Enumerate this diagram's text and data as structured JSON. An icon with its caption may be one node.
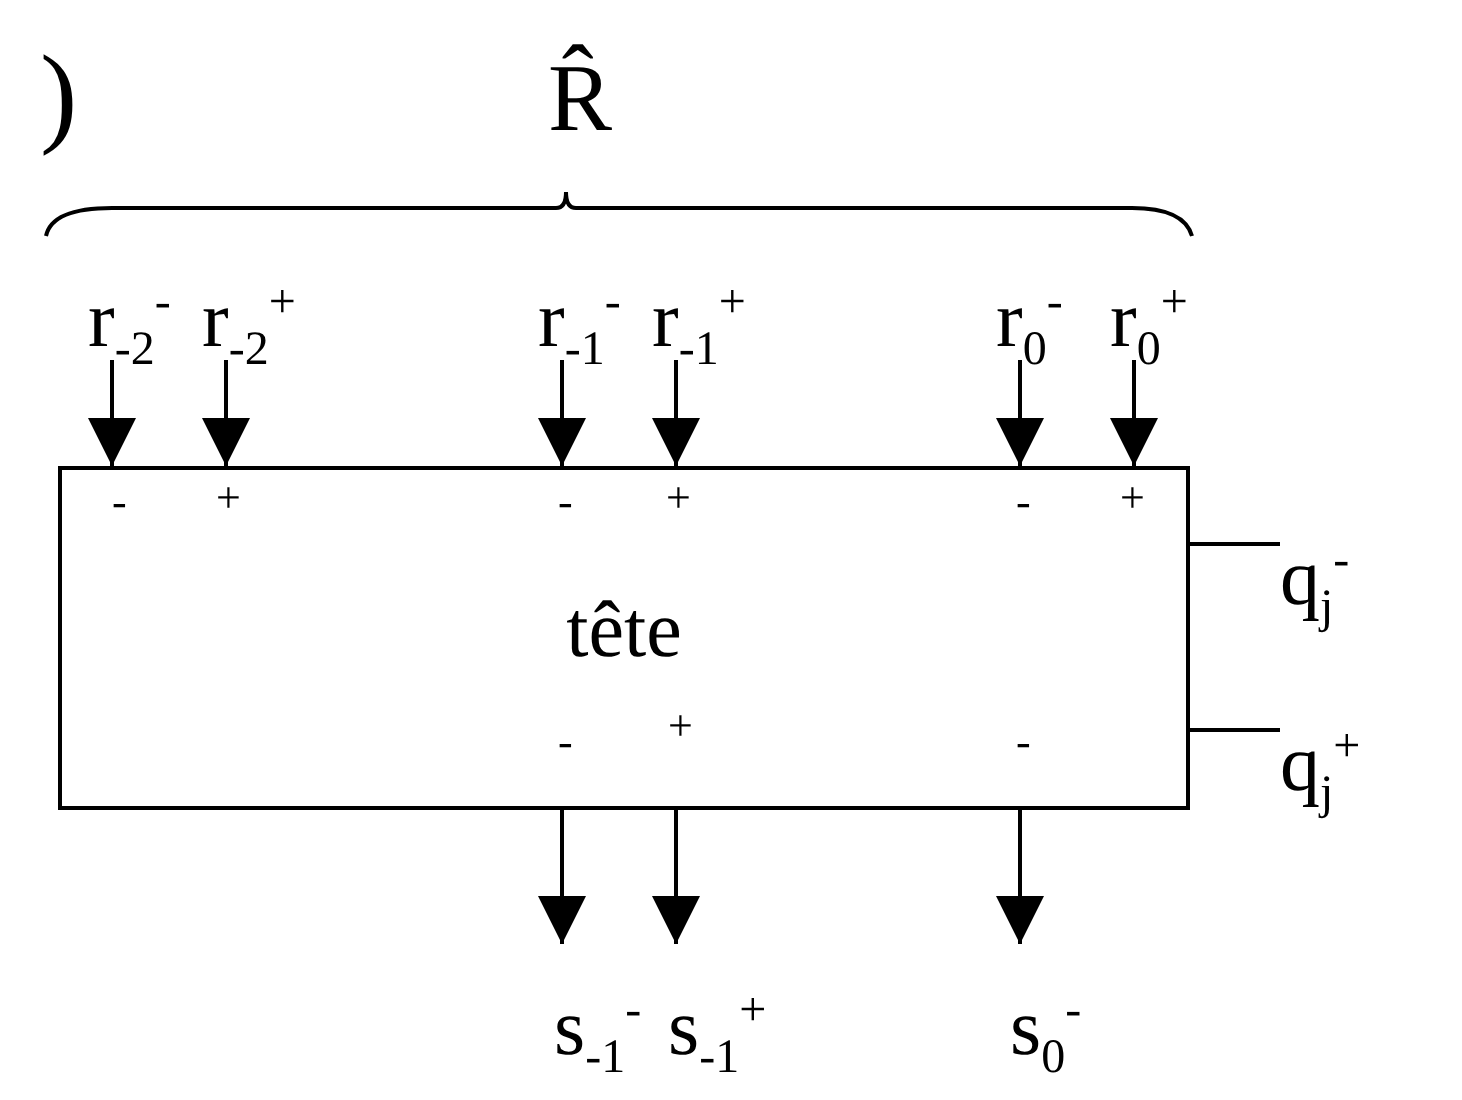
{
  "diagram": {
    "nodes": [
      {
        "text": [
          "tête"
        ]
      },
      {
        "text": [
          "r$_{-2}$$^{-}$"
        ]
      },
      {
        "text": [
          "r$_{-2}$$^{+}$"
        ]
      },
      {
        "text": [
          "r$_{-1}$$^{-}$"
        ]
      },
      {
        "text": [
          "r$_{-1}$$^{+}$"
        ]
      },
      {
        "text": [
          "r$_{0}$$^{-}$"
        ]
      },
      {
        "text": [
          "r$_{0}$$^{+}$"
        ]
      },
      {
        "text": [
          "s$_{-1}$$^{-}$"
        ]
      },
      {
        "text": [
          "s$_{-1}$$^{+}$"
        ]
      },
      {
        "text": [
          "s$_{0}$$^{-}$"
        ]
      },
      {
        "text": [
          "q$_{j}$$^{-}$"
        ]
      },
      {
        "text": [
          "q$_{j}$$^{+}$"
        ]
      }
    ],
    "edges": [
      {
        "from": 1,
        "to": 0,
        "arrow": "to"
      },
      {
        "from": 2,
        "to": 0,
        "arrow": "to"
      },
      {
        "from": 3,
        "to": 0,
        "arrow": "to"
      },
      {
        "from": 4,
        "to": 0,
        "arrow": "to"
      },
      {
        "from": 5,
        "to": 0,
        "arrow": "to"
      },
      {
        "from": 6,
        "to": 0,
        "arrow": "to"
      },
      {
        "from": 0,
        "to": 7,
        "arrow": "to"
      },
      {
        "from": 0,
        "to": 8,
        "arrow": "to"
      },
      {
        "from": 0,
        "to": 9,
        "arrow": "to"
      },
      {
        "from": 0,
        "to": 10,
        "arrow": "none"
      },
      {
        "from": 0,
        "to": 11,
        "arrow": "none"
      }
    ],
    "labels": [
      ")",
      "R̂",
      "-",
      "+",
      "-",
      "+",
      "-",
      "+",
      "-",
      "+",
      "-"
    ]
  }
}
